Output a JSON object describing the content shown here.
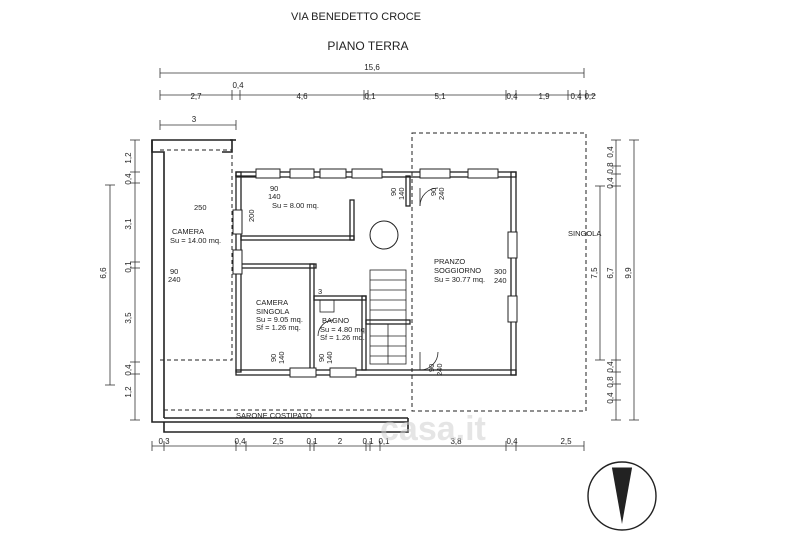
{
  "header": {
    "street": "VIA BENEDETTO CROCE",
    "floor_title": "PIANO TERRA"
  },
  "dims_top": {
    "total": "15,6",
    "d_04a": "0,4",
    "d_27": "2,7",
    "d_46": "4,6",
    "d_01": "0,1",
    "d_51": "5,1",
    "d_04b": "0,4",
    "d_19": "1,9",
    "d_04c": "0,4",
    "d_02": "0,2",
    "d_3": "3"
  },
  "dims_bottom": {
    "d_03": "0,3",
    "d_04a": "0,4",
    "d_25a": "2,5",
    "d_01a": "0,1",
    "d_2": "2",
    "d_01b": "0,1",
    "d_01c": "0,1",
    "d_38": "3,8",
    "d_04b": "0,4",
    "d_25b": "2,5"
  },
  "dims_left": {
    "total": "6,6",
    "d_12a": "1,2",
    "d_04a": "0,4",
    "d_31": "3,1",
    "d_01": "0,1",
    "d_35": "3,5",
    "d_04b": "0,4",
    "d_12b": "1,2"
  },
  "dims_right": {
    "total": "9,9",
    "inner": "6,7",
    "d_75": "7,5",
    "d_04a": "0,4",
    "d_08a": "0,8",
    "d_04b": "0,4",
    "d_04c": "0,4",
    "d_08b": "0,8",
    "d_04d": "0,4"
  },
  "rooms": {
    "camera": {
      "name": "CAMERA",
      "area": "Su = 14.00 mq."
    },
    "hall": {
      "area": "Su = 8.00 mq."
    },
    "camera_singola": {
      "name1": "CAMERA",
      "name2": "SINGOLA",
      "area": "Su = 9.05 mq.",
      "sf": "Sf = 1.26 mq."
    },
    "bagno": {
      "name": "BAGNO",
      "area": "Su = 4.80 mq.",
      "sf": "Sf = 1.26 mq."
    },
    "pranzo": {
      "name1": "PRANZO",
      "name2": "SOGGIORNO",
      "area": "Su = 30.77 mq."
    },
    "singola": {
      "name": "SINGOLA"
    },
    "sarone": {
      "name": "SARONE COSTIPATO"
    }
  },
  "openings": {
    "o_250": "250",
    "o_200": "200",
    "o_90a": "90",
    "o_140a": "140",
    "o_90b": "90",
    "o_140b": "140",
    "o_90c": "90",
    "o_240c": "240",
    "o_90d": "90",
    "o_240d": "240",
    "o_90e": "90",
    "o_140e": "140",
    "o_90f": "90",
    "o_140f": "140",
    "o_90g": "90",
    "o_240g": "240",
    "o_300": "300",
    "o_240h": "240",
    "o_3": "3"
  },
  "watermark": "casa.it"
}
